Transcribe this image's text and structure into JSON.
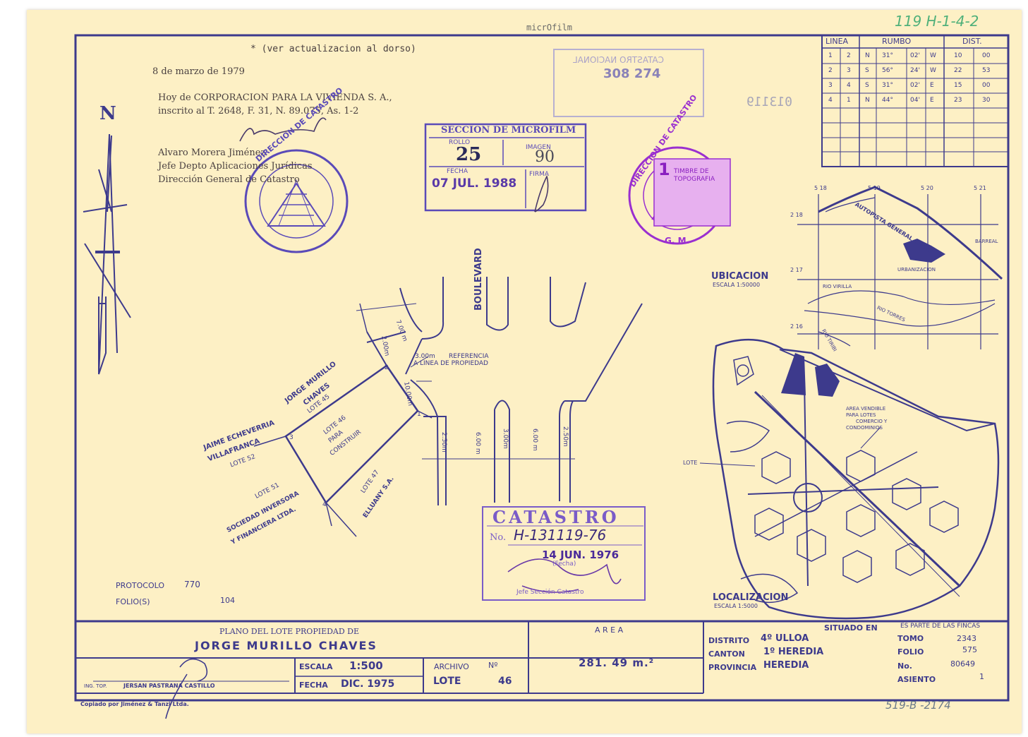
{
  "margin_note_top": "micrOfilm",
  "handwritten_top_right": "119  H-1-4-2",
  "handwritten_bottom_right": "519-B  -2174",
  "typed": {
    "update_note": "* (ver actualizacion al dorso)",
    "date": "8 de marzo de 1979",
    "line1": "Hoy de CORPORACION PARA LA VIVIENDA S. A.,",
    "line2": "inscrito al T. 2648, F. 31, N. 89.075, As. 1-2",
    "signer_name": "Alvaro Morera Jiménez",
    "signer_title": "Jefe Depto Aplicaciones Jurídicas",
    "signer_org": "Dirección General de Catastro"
  },
  "stamp_catastro_nacional": {
    "title": "CATASTRO NACIONAL",
    "number": "308 274"
  },
  "stamp_number_right": "013119",
  "microfilm_stamp": {
    "title": "SECCION DE MICROFILM",
    "rollo_label": "ROLLO",
    "rollo_value": "25",
    "imagen_label": "IMAGEN",
    "imagen_value": "90",
    "fecha_label": "FECHA",
    "fecha_value": "07 JUL. 1988",
    "firma_label": "FIRMA"
  },
  "seal_left": {
    "ring_text": "DIRECCION DE CATASTRO"
  },
  "seal_right": {
    "ring_text": "DIRECCION DE CATASTRO",
    "bottom": "G. M."
  },
  "timbre": {
    "value": "1",
    "line1": "TIMBRE DE",
    "line2": "TOPOGRAFIA"
  },
  "rumbo_table": {
    "headers": [
      "LINEA",
      "RUMBO",
      "DIST."
    ],
    "rows": [
      [
        "1",
        "2",
        "N",
        "31°",
        "02'",
        "W",
        "10",
        "00"
      ],
      [
        "2",
        "3",
        "S",
        "56°",
        "24'",
        "W",
        "22",
        "53"
      ],
      [
        "3",
        "4",
        "S",
        "31°",
        "02'",
        "E",
        "15",
        "00"
      ],
      [
        "4",
        "1",
        "N",
        "44°",
        "04'",
        "E",
        "23",
        "30"
      ]
    ]
  },
  "plan": {
    "boulevard": "BOULEVARD",
    "dim_700": "7.00 m",
    "dim_200": "2.00m",
    "dim_1000": "10.00m",
    "dim_300_ref": "3.00m",
    "referencia": "REFERENCIA",
    "linea_propiedad": "A LINEA DE PROPIEDAD",
    "dim_250a": "2.50m",
    "dim_600a": "6.00 m",
    "dim_300b": "3.00m",
    "dim_600b": "6.00 m",
    "dim_250b": "2.50m",
    "n1": "1",
    "n2": "2",
    "n3": "3",
    "n4": "4",
    "owner_45_a": "JORGE MURILLO",
    "owner_45_b": "CHAVES",
    "lote_45": "LOTE 45",
    "lote_46_a": "LOTE 46",
    "lote_46_b": "PARA",
    "lote_46_c": "CONSTRUIR",
    "owner_52_a": "JAIME ECHEVERRIA",
    "owner_52_b": "VILLAFRANCA",
    "lote_52": "LOTE 52",
    "lote_51": "LOTE 51",
    "owner_51_a": "SOCIEDAD INVERSORA",
    "owner_51_b": "Y FINANCIERA LTDA.",
    "lote_47": "LOTE 47",
    "owner_47": "ELLUANY S.A."
  },
  "ubicacion": {
    "title": "UBICACION",
    "escala": "ESCALA 1:50000",
    "grid_top": [
      "5 18",
      "5 19",
      "5 20",
      "5 21"
    ],
    "grid_left": [
      "2 18",
      "2 17",
      "2 16"
    ],
    "autopista": "AUTOPISTA GENERAL CAÑAS",
    "urbanizacion": "URBANIZACION",
    "barreal": "BARREAL",
    "rio_virilla": "RIO VIRILLA",
    "rio_torres": "RIO TORRES",
    "rio_tiribi": "RIO TIRIBI"
  },
  "localizacion": {
    "title": "LOCALIZACION",
    "escala": "ESCALA 1:5000",
    "area_vendible": [
      "AREA VENDIBLE",
      "PARA LOTES",
      "COMERCIO Y",
      "CONDOMINIOS"
    ],
    "lote": "LOTE"
  },
  "catastro_stamp": {
    "title": "CATASTRO",
    "no_label": "No.",
    "no_value": "H-131119-76",
    "date": "14 JUN. 1976",
    "fecha_label": "(Fecha)",
    "jefe_label": "Jefe Sección Catastro"
  },
  "protocolo": {
    "protocolo_label": "PROTOCOLO",
    "protocolo_value": "770",
    "folio_label": "FOLIO(S)",
    "folio_value": "104"
  },
  "title_block": {
    "plano_label": "PLANO DEL LOTE PROPIEDAD DE",
    "owner": "JORGE MURILLO CHAVES",
    "ing_label": "ING. TOP.",
    "ing_name": "JERSAN PASTRANA CASTILLO",
    "escala_label": "ESCALA",
    "escala_value": "1:500",
    "fecha_label": "FECHA",
    "fecha_value": "DIC. 1975",
    "archivo_label": "ARCHIVO",
    "no_label": "Nº",
    "lote_label": "LOTE",
    "lote_value": "46",
    "area_label": "A R E A",
    "area_value": "281. 49 m.²",
    "situado_label": "SITUADO EN",
    "distrito_label": "DISTRITO",
    "distrito_value": "4º ULLOA",
    "canton_label": "CANTON",
    "canton_value": "1º HEREDIA",
    "provincia_label": "PROVINCIA",
    "provincia_value": "HEREDIA",
    "fincas_label": "ES PARTE DE LAS FINCAS",
    "tomo_label": "TOMO",
    "tomo_value": "2343",
    "folio_label": "FOLIO",
    "folio_value": "575",
    "no_finca_label": "No.",
    "no_finca_value": "80649",
    "asiento_label": "ASIENTO",
    "asiento_value": "1"
  },
  "copiado": "Copiado por Jiménez & Tanzi Ltda.",
  "north": "N",
  "colors": {
    "paper": "#fdf0c5",
    "ink": "#3d3a8c",
    "stamp": "#5a4ab8",
    "violet": "#9a2fd0",
    "typed": "#4a4040",
    "pencil": "#4fb07a"
  }
}
